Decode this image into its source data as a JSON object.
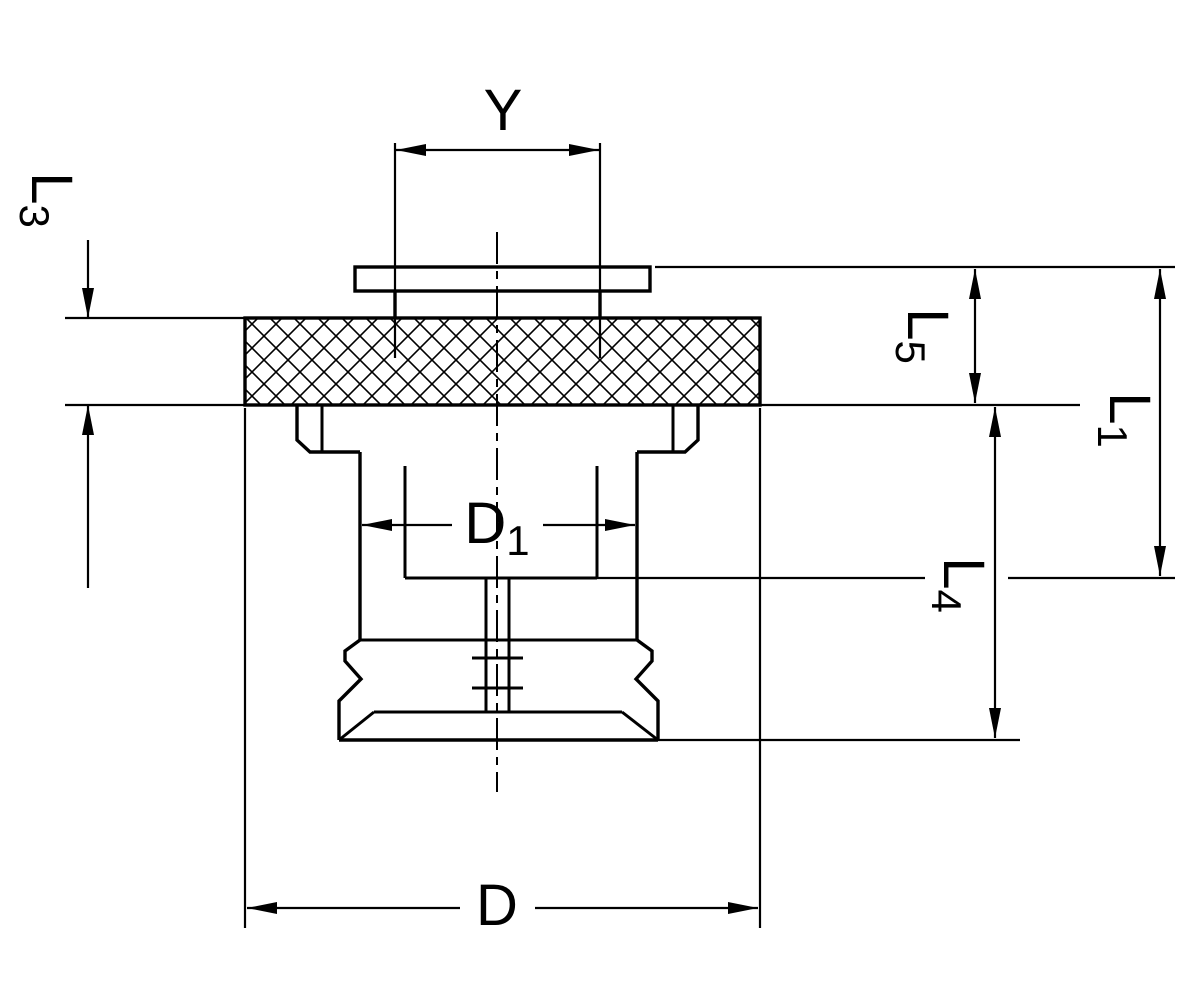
{
  "drawing": {
    "type": "technical-dimension-drawing",
    "subject": "quick-change tapping collet / adapter, sectional side view with knurled ring",
    "colors": {
      "line": "#000000",
      "background": "#ffffff"
    },
    "labels": {
      "y": {
        "main": "Y",
        "sub": ""
      },
      "l3": {
        "main": "L",
        "sub": "3"
      },
      "l5": {
        "main": "L",
        "sub": "5"
      },
      "l1": {
        "main": "L",
        "sub": "1"
      },
      "l4": {
        "main": "L",
        "sub": "4"
      },
      "d1": {
        "main": "D",
        "sub": "1"
      },
      "d": {
        "main": "D",
        "sub": ""
      }
    }
  }
}
